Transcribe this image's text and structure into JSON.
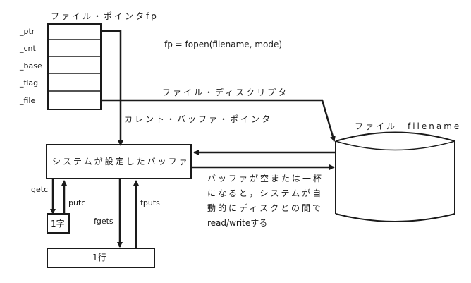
{
  "file_pointer": {
    "title": "ファイル・ポインタfp",
    "fields": [
      "_ptr",
      "_cnt",
      "_base",
      "_flag",
      "_file"
    ]
  },
  "fopen_call": "fp = fopen(filename, mode)",
  "labels": {
    "file_descriptor": "ファイル・ディスクリプタ",
    "current_buffer_pointer": "カレント・バッファ・ポインタ",
    "file_name": "ファイル　filename"
  },
  "system_buffer": "システムが設定したバッファ",
  "description_lines": [
    "バッファが空または一杯",
    "になると，システムが自",
    "動的にディスクとの間で",
    "read/writeする"
  ],
  "functions": {
    "getc": "getc",
    "putc": "putc",
    "fgets": "fgets",
    "fputs": "fputs"
  },
  "one_char": "1字",
  "one_line": "1行",
  "colors": {
    "ink": "#1a1a1a",
    "background": "#ffffff"
  }
}
